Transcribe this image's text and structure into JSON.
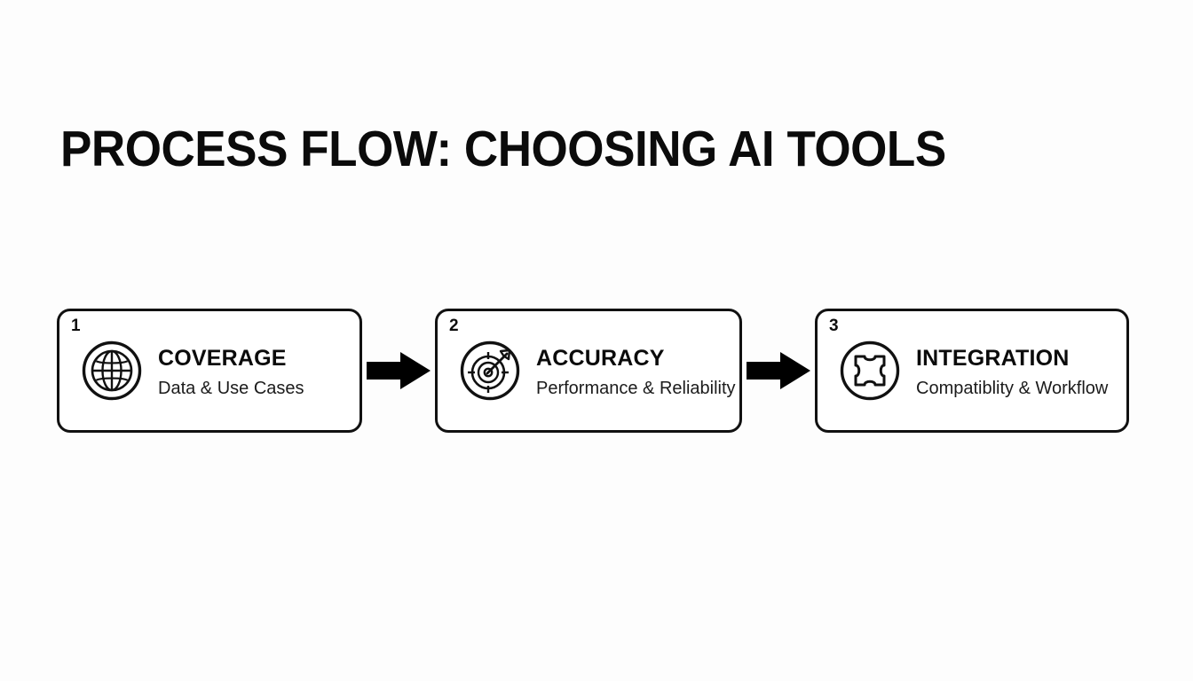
{
  "slide": {
    "background_color": "#fdfdfd",
    "ink_color": "#0d0d0d",
    "title": "PROCESS FLOW: CHOOSING AI TOOLS"
  },
  "flow": {
    "steps": [
      {
        "number": "1",
        "title": "COVERAGE",
        "subtitle": "Data & Use Cases",
        "icon": "globe-icon"
      },
      {
        "number": "2",
        "title": "ACCURACY",
        "subtitle": "Performance & Reliability",
        "icon": "target-arrow-icon"
      },
      {
        "number": "3",
        "title": "INTEGRATION",
        "subtitle": "Compatiblity & Workflow",
        "icon": "puzzle-piece-icon"
      }
    ],
    "connectors": [
      {
        "icon": "arrow-right-icon"
      },
      {
        "icon": "arrow-right-icon"
      }
    ]
  }
}
